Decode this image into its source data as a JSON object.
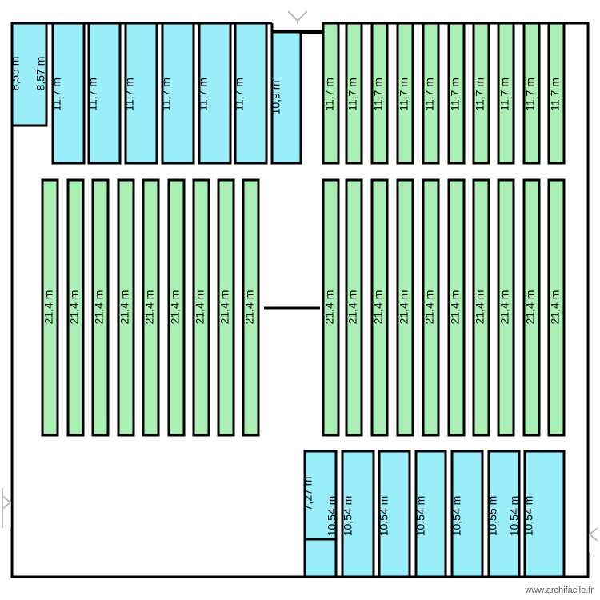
{
  "colors": {
    "green_fill": "#aaf0b4",
    "blue_fill": "#9aeefa",
    "stroke": "#000000",
    "text": "#000000"
  },
  "watermark": "www.archifacile.fr",
  "top_blue_labels": [
    "8,55 m",
    "8,57 m",
    "11,7 m",
    "11,7 m",
    "11,7 m",
    "11,7 m",
    "11,7 m",
    "11,7 m",
    "10,9 m"
  ],
  "top_green_labels": [
    "11,7 m",
    "11,7 m",
    "11,7 m",
    "11,7 m",
    "11,7 m",
    "11,7 m",
    "11,7 m",
    "11,7 m",
    "11,7 m",
    "11,7 m"
  ],
  "middle_left_labels": [
    "21,4 m",
    "21,4 m",
    "21,4 m",
    "21,4 m",
    "21,4 m",
    "21,4 m",
    "21,4 m",
    "21,4 m",
    "21,4 m"
  ],
  "middle_right_labels": [
    "21,4 m",
    "21,4 m",
    "21,4 m",
    "21,4 m",
    "21,4 m",
    "21,4 m",
    "21,4 m",
    "21,4 m",
    "21,4 m",
    "21,4 m"
  ],
  "bottom_blue_labels": [
    "7,27 m",
    "10,54 m",
    "10,54 m",
    "10,54 m",
    "10,54 m",
    "10,54 m",
    "10,55 m",
    "10,54 m",
    "10,54 m"
  ]
}
